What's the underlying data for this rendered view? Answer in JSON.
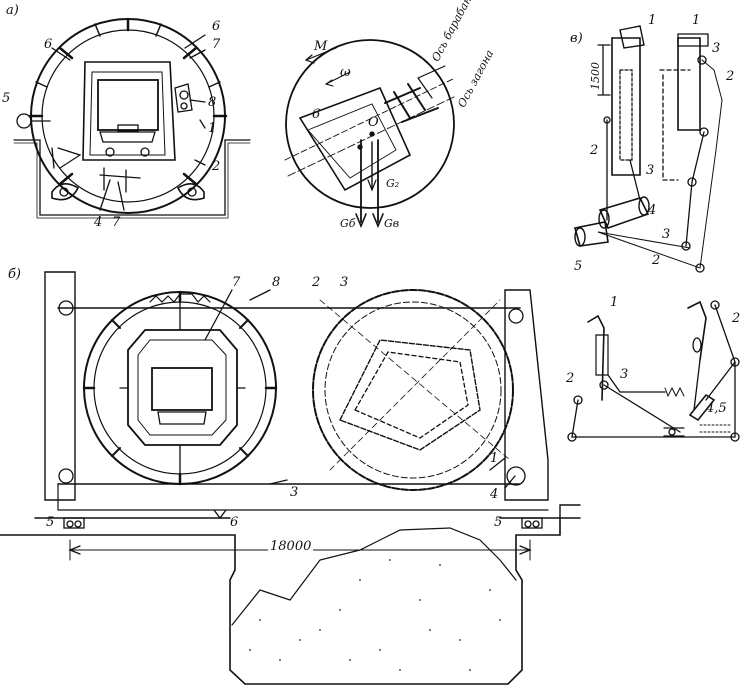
{
  "panels": {
    "a": "а)",
    "b": "б)",
    "v": "в)"
  },
  "panel_a": {
    "labels": [
      "6",
      "6",
      "7",
      "5",
      "8",
      "1",
      "2",
      "4",
      "7"
    ]
  },
  "force_diagram": {
    "M": "M",
    "omega": "ω",
    "axis_drum": "Ось барабана",
    "axis_load": "Ось загона",
    "part": "6",
    "O": "O",
    "G2": "G₂",
    "Gb": "Gб",
    "Gv": "Gв"
  },
  "panel_v": {
    "dimension": "1500",
    "labels": [
      "1",
      "1",
      "3",
      "2",
      "2",
      "3",
      "4",
      "5",
      "3",
      "2"
    ]
  },
  "panel_b": {
    "labels": [
      "7",
      "8",
      "2",
      "3",
      "3",
      "1",
      "4",
      "5",
      "6",
      "5"
    ],
    "dimension": "18000"
  },
  "panel_lower_right": {
    "labels": [
      "1",
      "2",
      "2",
      "3",
      "4,5"
    ]
  }
}
